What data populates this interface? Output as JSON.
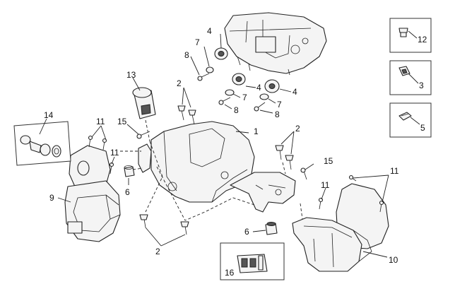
{
  "callouts": {
    "c1": "1",
    "c2a": "2",
    "c2b": "2",
    "c2c": "2",
    "c3": "3",
    "c4a": "4",
    "c4b": "4",
    "c4c": "4",
    "c5": "5",
    "c6a": "6",
    "c6b": "6",
    "c7a": "7",
    "c7b": "7",
    "c7c": "7",
    "c8a": "8",
    "c8b": "8",
    "c8c": "8",
    "c9": "9",
    "c10": "10",
    "c11a": "11",
    "c11b": "11",
    "c11c": "11",
    "c11d": "11",
    "c12": "12",
    "c13": "13",
    "c14": "14",
    "c15a": "15",
    "c15b": "15",
    "c16": "16"
  }
}
